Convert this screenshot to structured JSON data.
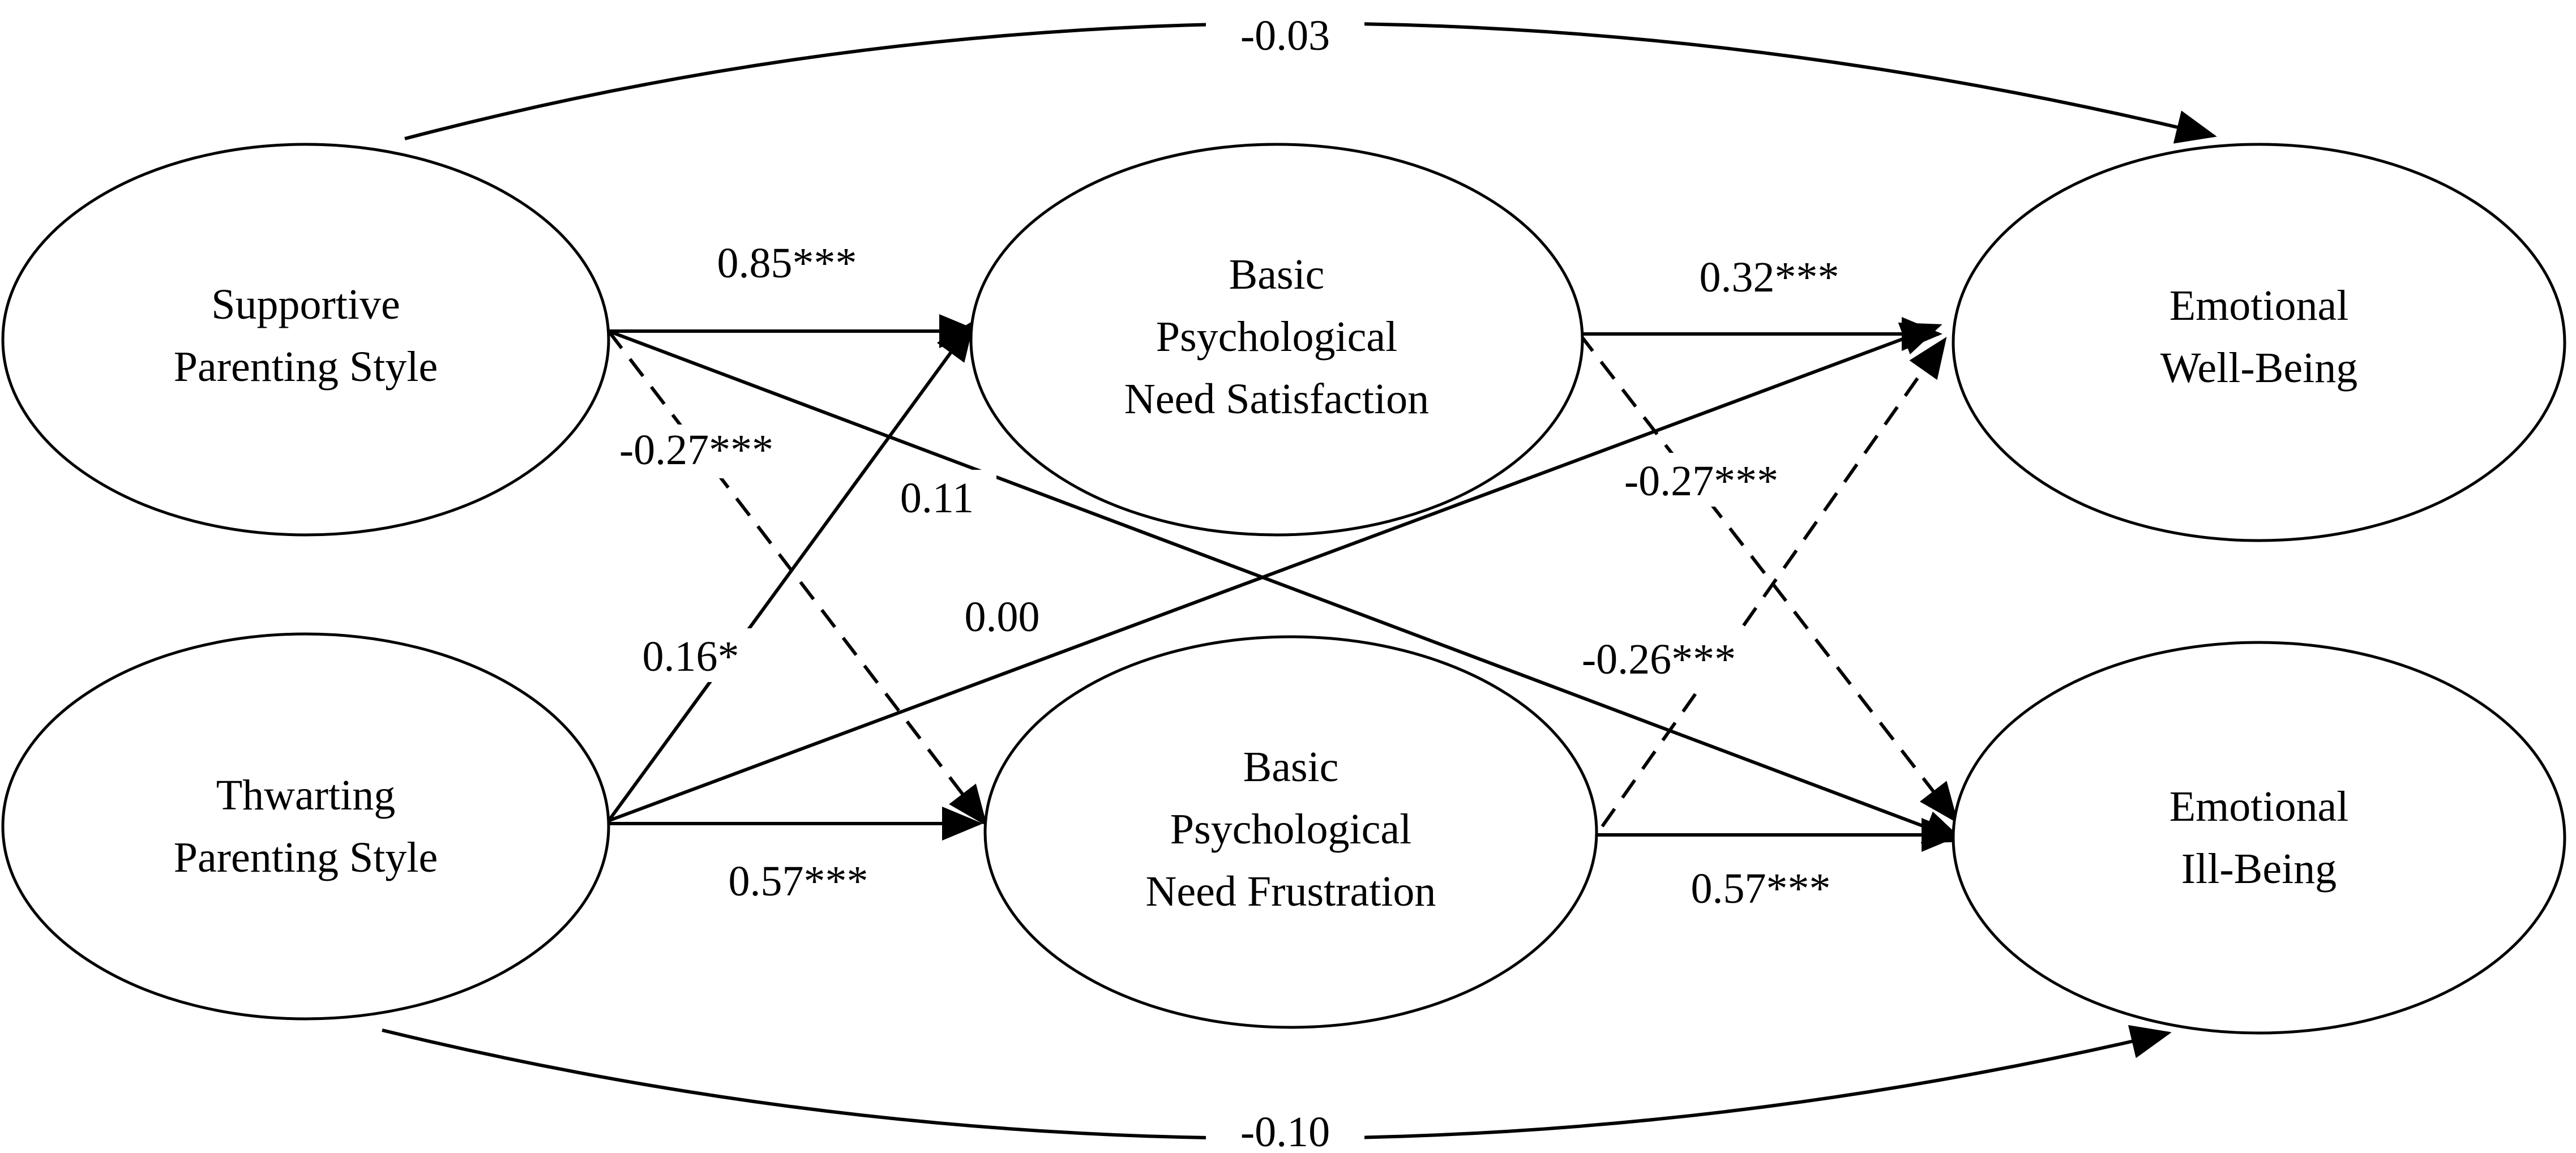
{
  "diagram": {
    "nodes": {
      "supportive": {
        "lines": [
          "Supportive",
          "Parenting Style"
        ]
      },
      "thwarting": {
        "lines": [
          "Thwarting",
          "Parenting Style"
        ]
      },
      "satisfaction": {
        "lines": [
          "Basic",
          "Psychological",
          "Need Satisfaction"
        ]
      },
      "frustration": {
        "lines": [
          "Basic",
          "Psychological",
          "Need Frustration"
        ]
      },
      "wellbeing": {
        "lines": [
          "Emotional",
          "Well-Being"
        ]
      },
      "illbeing": {
        "lines": [
          "Emotional",
          "Ill-Being"
        ]
      }
    },
    "edges": {
      "supportive_to_wellbeing": {
        "label": "-0.03",
        "style": "solid"
      },
      "supportive_to_satisfaction": {
        "label": "0.85***",
        "style": "solid"
      },
      "supportive_to_frustration": {
        "label": "-0.27***",
        "style": "dashed"
      },
      "supportive_to_illbeing": {
        "label": "0.11",
        "style": "solid"
      },
      "thwarting_to_satisfaction": {
        "label": "0.16*",
        "style": "solid"
      },
      "thwarting_to_wellbeing": {
        "label": "0.00",
        "style": "solid"
      },
      "thwarting_to_frustration": {
        "label": "0.57***",
        "style": "solid"
      },
      "thwarting_to_illbeing": {
        "label": "-0.10",
        "style": "solid"
      },
      "satisfaction_to_wellbeing": {
        "label": "0.32***",
        "style": "solid"
      },
      "satisfaction_to_illbeing": {
        "label": "-0.27***",
        "style": "dashed"
      },
      "frustration_to_wellbeing": {
        "label": "-0.26***",
        "style": "dashed"
      },
      "frustration_to_illbeing": {
        "label": "0.57***",
        "style": "solid"
      }
    },
    "colors": {
      "stroke": "#000000",
      "background": "#ffffff"
    }
  }
}
